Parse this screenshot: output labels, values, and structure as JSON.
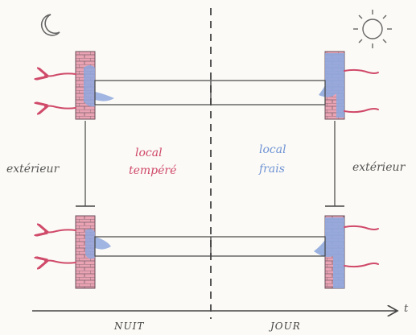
{
  "labels": {
    "left_exterior": "extérieur",
    "right_exterior": "extérieur",
    "local_tempered_line1": "local",
    "local_tempered_line2": "tempéré",
    "local_cool_line1": "local",
    "local_cool_line2": "frais",
    "night": "NUIT",
    "day": "JOUR",
    "time_axis": "t"
  },
  "icons": {
    "left": "moon-icon",
    "right": "sun-icon"
  },
  "colors": {
    "warm": "#d04a6a",
    "cool": "#6f93d4",
    "wall_red": "#e9a3b3",
    "wall_blue": "#8fa8de",
    "ink": "#555555"
  }
}
